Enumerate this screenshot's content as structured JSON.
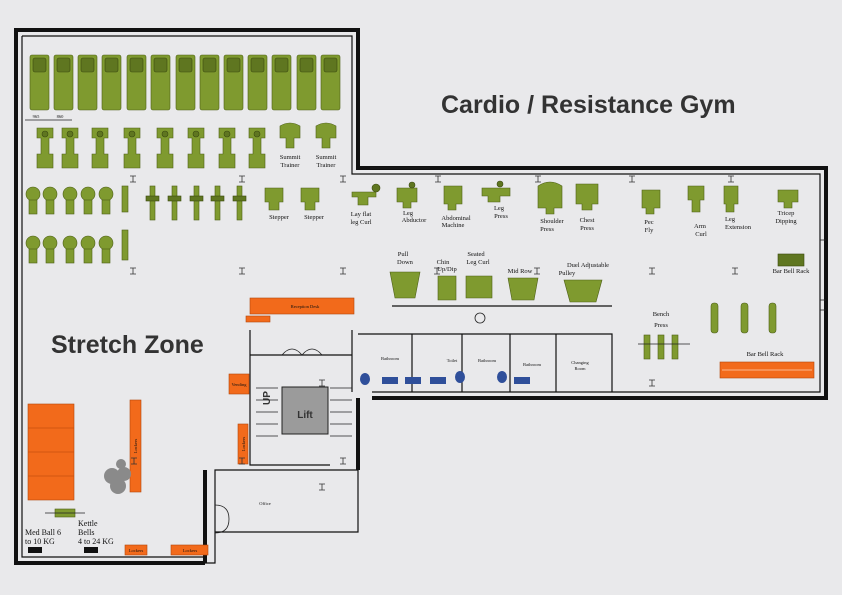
{
  "headings": {
    "gym": "Cardio / Resistance Gym",
    "stretch": "Stretch Zone"
  },
  "rooms": {
    "reception": "Reception Desk",
    "lift": "Lift",
    "up": "UP",
    "vending": "Vending",
    "lockers_v1": "Lockers",
    "lockers_v2": "Lockers",
    "lockers_b1": "Lockers",
    "lockers_b2": "Lockers",
    "office": "Office",
    "bathroom1": "Bathroom",
    "toilet": "Toilet",
    "bathroom2": "Bathroom",
    "bathroom3": "Bathroom",
    "changing_1": "Changing",
    "changing_2": "Room"
  },
  "dims": {
    "a": "965",
    "b": "860"
  },
  "stretch_items": {
    "med_ball_1": "Med Ball 6",
    "med_ball_2": "to 10 KG",
    "kettle_1": "Kettle",
    "kettle_2": "Bells",
    "kettle_3": "4 to 24 KG"
  },
  "cardio": {
    "summit1_a": "Summit",
    "summit1_b": "Trainer",
    "summit2_a": "Summit",
    "summit2_b": "Trainer",
    "stepper1": "Stepper",
    "stepper2": "Stepper"
  },
  "machines": {
    "lay_flat_a": "Lay flat",
    "lay_flat_b": "leg Curl",
    "abductor_a": "Leg",
    "abductor_b": "Abductor",
    "abdominal_a": "Abdominal",
    "abdominal_b": "Machine",
    "leg_press_a": "Leg",
    "leg_press_b": "Press",
    "shoulder_a": "Shoulder",
    "shoulder_b": "Press",
    "chest_a": "Chest",
    "chest_b": "Press",
    "pec_a": "Pec",
    "pec_b": "Fly",
    "arm_a": "Arm",
    "arm_b": "Curl",
    "leg_ext_a": "Leg",
    "leg_ext_b": "Extension",
    "tricep_a": "Tricep",
    "tricep_b": "Dipping",
    "bar_bell_rack_top": "Bar Bell Rack",
    "pull_a": "Pull",
    "pull_b": "Down",
    "chin_a": "Chin",
    "chin_b": "Up/Dip",
    "seated_a": "Seated",
    "seated_b": "Leg Curl",
    "mid_row": "Mid Row",
    "duel_a": "Duel Adjustable",
    "duel_b": "Pulley",
    "bench_a": "Bench",
    "bench_b": "Press",
    "bar_bell_rack_bottom": "Bar Bell Rack"
  },
  "colors": {
    "equipment": "#7f9a2f",
    "orange": "#f26a1b",
    "background": "#e9e9eb"
  }
}
